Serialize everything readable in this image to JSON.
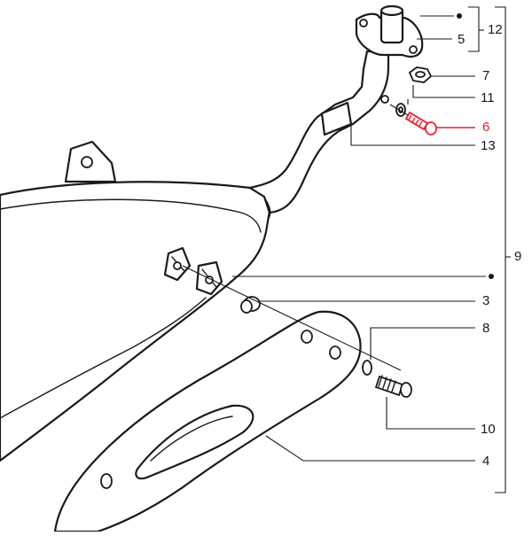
{
  "diagram": {
    "highlight_color": "#e8202a",
    "line_color": "#1a1a1a",
    "callouts": [
      {
        "id": "12",
        "label": "12",
        "highlighted": false
      },
      {
        "id": "5",
        "label": "5",
        "highlighted": false
      },
      {
        "id": "7",
        "label": "7",
        "highlighted": false
      },
      {
        "id": "11",
        "label": "11",
        "highlighted": false
      },
      {
        "id": "6",
        "label": "6",
        "highlighted": true
      },
      {
        "id": "13",
        "label": "13",
        "highlighted": false
      },
      {
        "id": "9",
        "label": "9",
        "highlighted": false
      },
      {
        "id": "3",
        "label": "3",
        "highlighted": false
      },
      {
        "id": "8",
        "label": "8",
        "highlighted": false
      },
      {
        "id": "10",
        "label": "10",
        "highlighted": false
      },
      {
        "id": "4",
        "label": "4",
        "highlighted": false
      }
    ]
  }
}
